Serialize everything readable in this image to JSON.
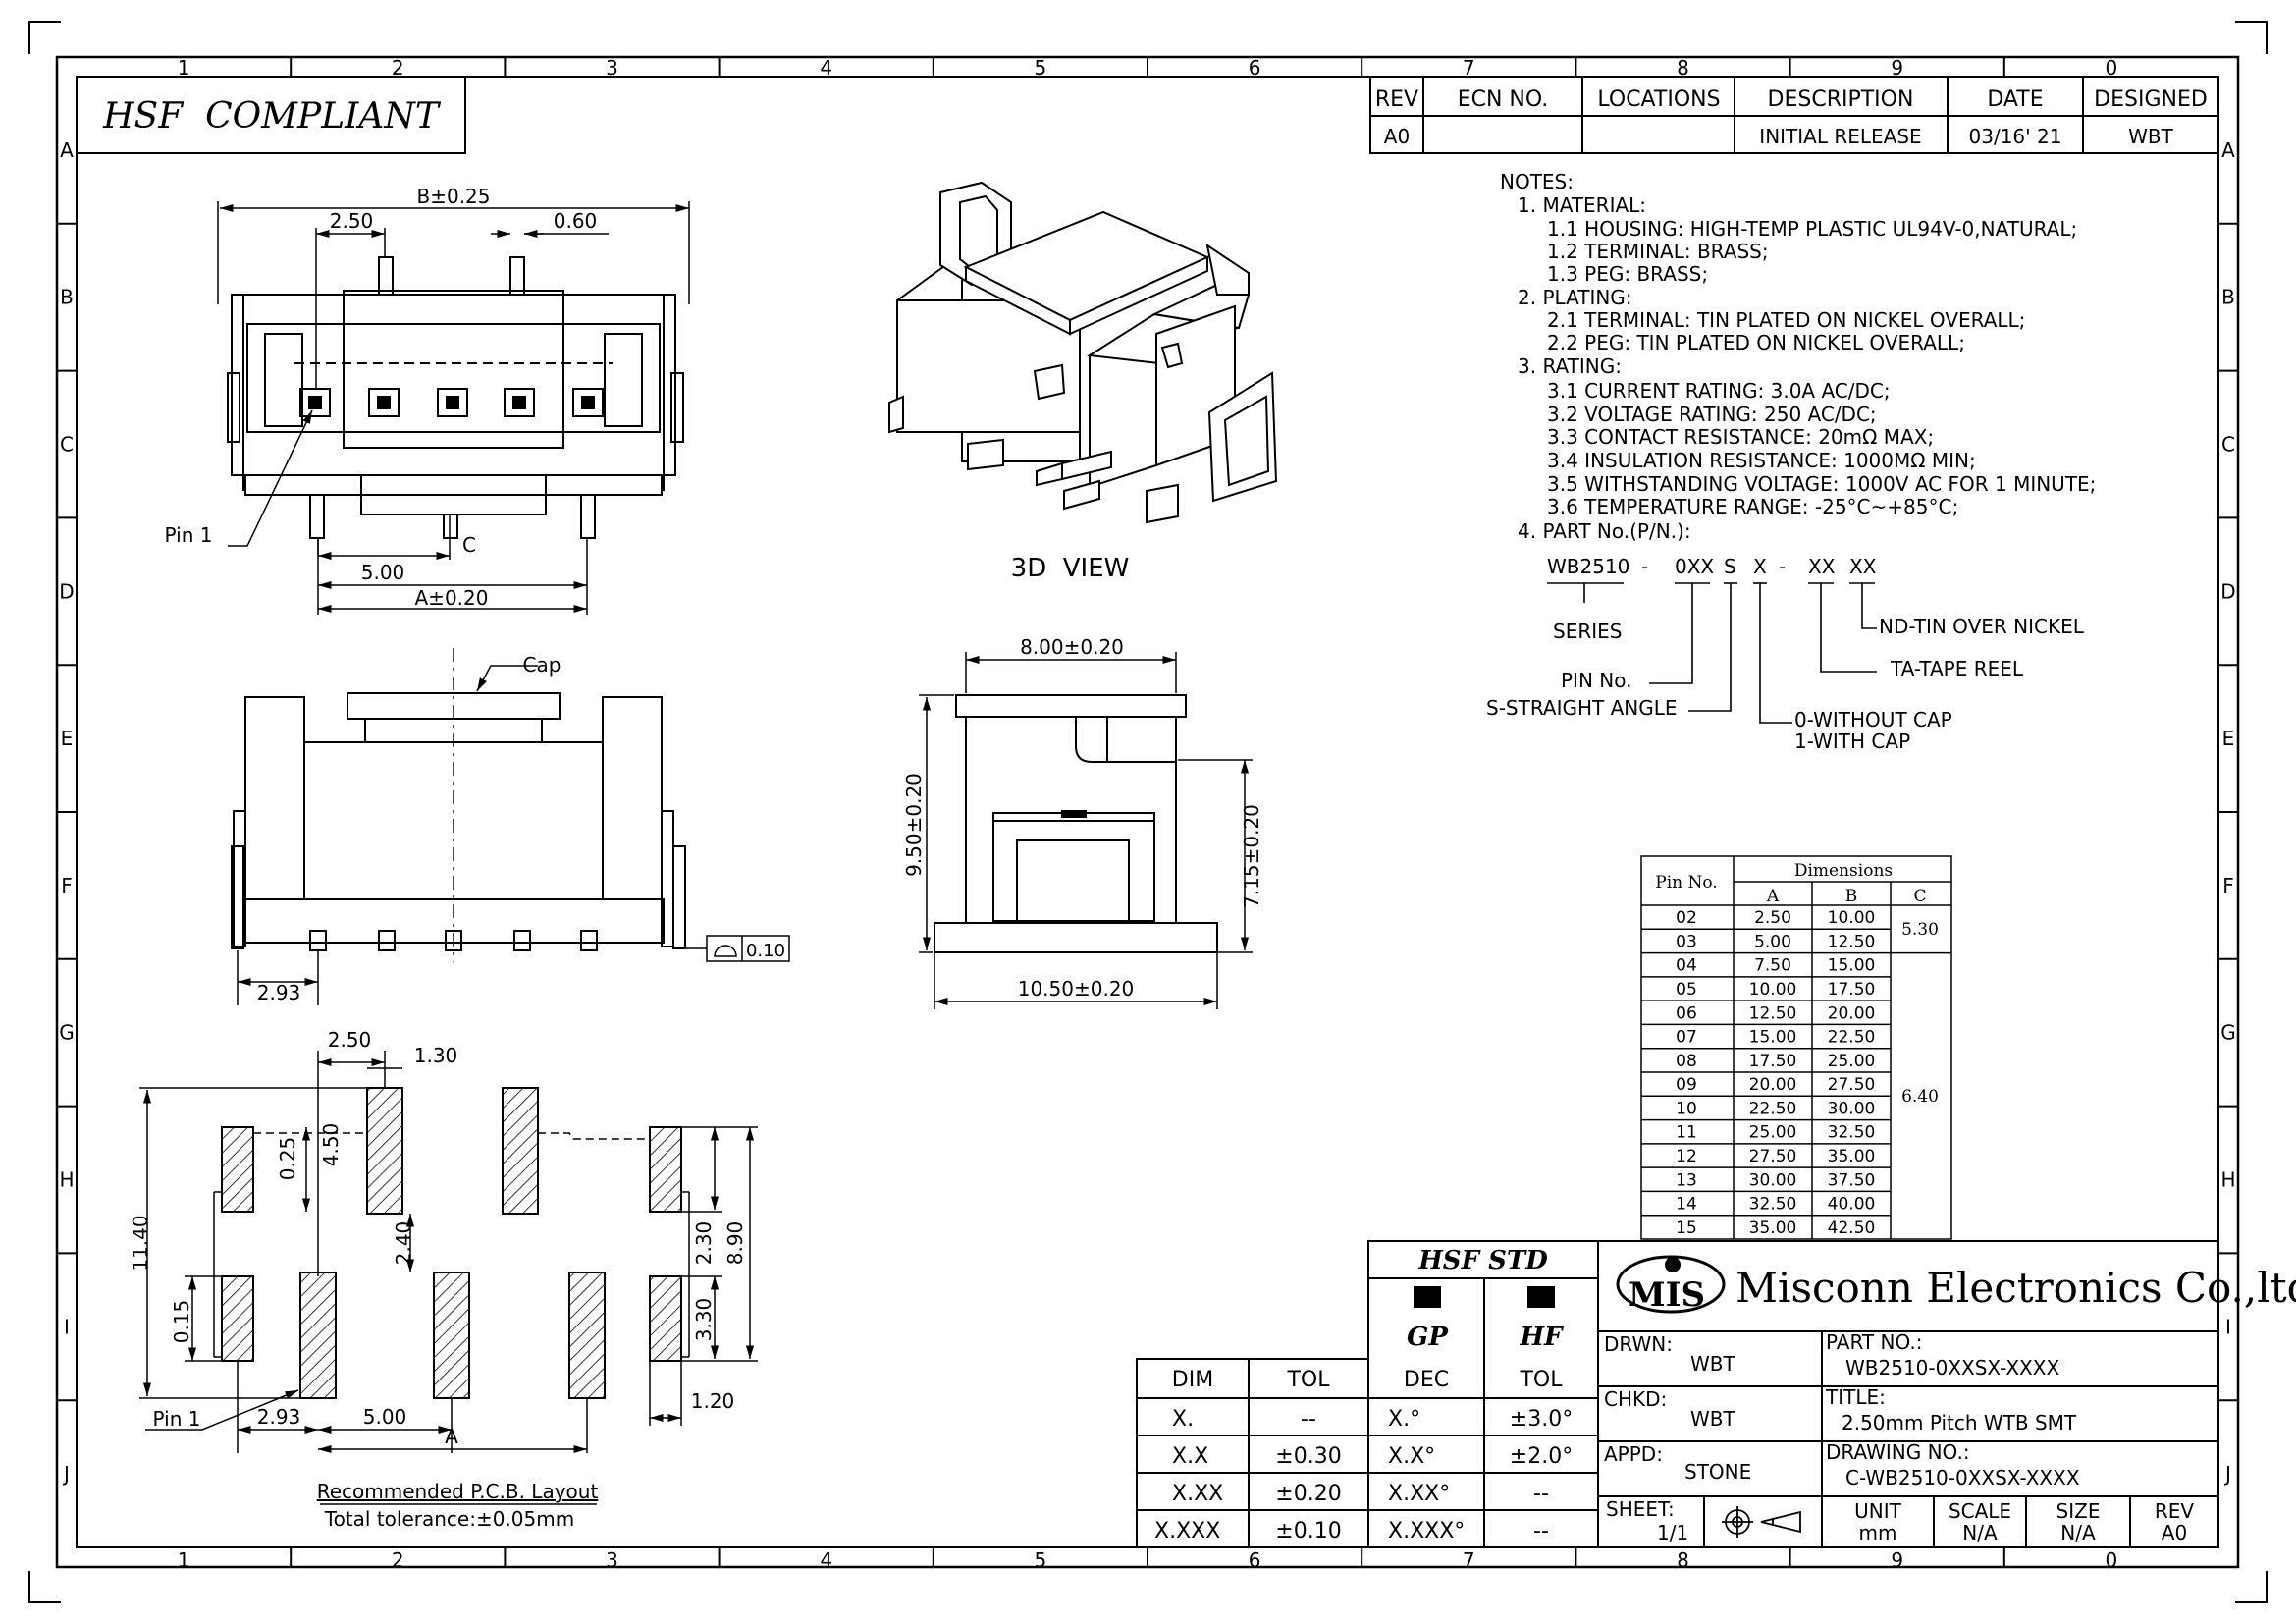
{
  "frame": {
    "columns": [
      "1",
      "2",
      "3",
      "4",
      "5",
      "6",
      "7",
      "8",
      "9",
      "0"
    ],
    "rows": [
      "A",
      "B",
      "C",
      "D",
      "E",
      "F",
      "G",
      "H",
      "I",
      "J"
    ]
  },
  "hsf_compliant": "HSF  COMPLIANT",
  "revision_table": {
    "headers": [
      "REV",
      "ECN  NO.",
      "LOCATIONS",
      "DESCRIPTION",
      "DATE",
      "DESIGNED"
    ],
    "row": [
      "A0",
      "",
      "",
      "INITIAL  RELEASE",
      "03/16' 21",
      "WBT"
    ]
  },
  "notes": {
    "heading": "NOTES:",
    "lines": [
      "1.  MATERIAL:",
      "1.1  HOUSING:  HIGH-TEMP  PLASTIC  UL94V-0,NATURAL;",
      "1.2  TERMINAL:  BRASS;",
      "1.3  PEG:  BRASS;",
      "2.  PLATING:",
      "2.1  TERMINAL:  TIN  PLATED  ON  NICKEL  OVERALL;",
      "2.2  PEG:  TIN  PLATED  ON  NICKEL  OVERALL;",
      "3.  RATING:",
      "3.1  CURRENT  RATING:  3.0A  AC/DC;",
      "3.2  VOLTAGE  RATING:  250  AC/DC;",
      "3.3  CONTACT  RESISTANCE:  20mΩ  MAX;",
      "3.4  INSULATION  RESISTANCE:  1000MΩ  MIN;",
      "3.5  WITHSTANDING  VOLTAGE:  1000V  AC  FOR  1  MINUTE;",
      "3.6  TEMPERATURE  RANGE:  -25°C~+85°C;",
      "4.  PART  No.(P/N.):"
    ]
  },
  "part_number_breakdown": {
    "code": [
      "WB2510",
      "-",
      "0XX",
      "S",
      "X",
      "-",
      "XX",
      "XX"
    ],
    "series": "SERIES",
    "pin_no": "PIN  No.",
    "straight": "S-STRAIGHT  ANGLE",
    "cap_0": "0-WITHOUT  CAP",
    "cap_1": "1-WITH  CAP",
    "tape": "TA-TAPE  REEL",
    "plating": "ND-TIN  OVER  NICKEL"
  },
  "views": {
    "top": {
      "b": "B±0.25",
      "pitch": "2.50",
      "pin_w": "0.60",
      "c": "C",
      "dim_500": "5.00",
      "a": "A±0.20",
      "pin1": "Pin  1"
    },
    "view3d": "3D  VIEW",
    "front": {
      "cap": "Cap",
      "dim_293": "2.93",
      "flatness": "0.10"
    },
    "side": {
      "width": "8.00±0.20",
      "height": "9.50±0.20",
      "height2": "7.15±0.20",
      "base": "10.50±0.20"
    },
    "pcb": {
      "d250": "2.50",
      "d130": "1.30",
      "d025": "0.25",
      "d450": "4.50",
      "d240": "2.40",
      "d230": "2.30",
      "d890": "8.90",
      "d1140": "11.40",
      "d015": "0.15",
      "d330": "3.30",
      "d120": "1.20",
      "d293": "2.93",
      "d500": "5.00",
      "a": "A",
      "pin1": "Pin  1",
      "caption": "Recommended  P.C.B.  Layout",
      "tolerance": "Total  tolerance:±0.05mm"
    }
  },
  "dimensions_table": {
    "title": "Dimensions",
    "pin_header": "Pin No.",
    "col_a": "A",
    "col_b": "B",
    "col_c": "C",
    "c_first": "5.30",
    "c_rest": "6.40",
    "rows": [
      [
        "02",
        "2.50",
        "10.00"
      ],
      [
        "03",
        "5.00",
        "12.50"
      ],
      [
        "04",
        "7.50",
        "15.00"
      ],
      [
        "05",
        "10.00",
        "17.50"
      ],
      [
        "06",
        "12.50",
        "20.00"
      ],
      [
        "07",
        "15.00",
        "22.50"
      ],
      [
        "08",
        "17.50",
        "25.00"
      ],
      [
        "09",
        "20.00",
        "27.50"
      ],
      [
        "10",
        "22.50",
        "30.00"
      ],
      [
        "11",
        "25.00",
        "32.50"
      ],
      [
        "12",
        "27.50",
        "35.00"
      ],
      [
        "13",
        "30.00",
        "37.50"
      ],
      [
        "14",
        "32.50",
        "40.00"
      ],
      [
        "15",
        "35.00",
        "42.50"
      ]
    ]
  },
  "tolerance_table": {
    "headers": [
      "DIM",
      "TOL",
      "DEC",
      "TOL"
    ],
    "rows": [
      [
        "X.",
        "--",
        "X.°",
        "±3.0°"
      ],
      [
        "X.X",
        "±0.30",
        "X.X°",
        "±2.0°"
      ],
      [
        "X.XX",
        "±0.20",
        "X.XX°",
        "--"
      ],
      [
        "X.XXX",
        "±0.10",
        "X.XXX°",
        "--"
      ]
    ]
  },
  "hsf_std": {
    "title": "HSF  STD",
    "gp": "GP",
    "hf": "HF"
  },
  "title_block": {
    "logo": "MIS",
    "company": "Misconn Electronics Co.,ltd.",
    "drwn_label": "DRWN:",
    "drwn": "WBT",
    "chkd_label": "CHKD:",
    "chkd": "WBT",
    "appd_label": "APPD:",
    "appd": "STONE",
    "part_label": "PART  NO.:",
    "part": "WB2510-0XXSX-XXXX",
    "title_label": "TITLE:",
    "title": "2.50mm  Pitch  WTB   SMT",
    "drawing_label": "DRAWING  NO.:",
    "drawing": "C-WB2510-0XXSX-XXXX",
    "sheet_label": "SHEET:",
    "sheet": "1/1",
    "unit_label": "UNIT",
    "unit": "mm",
    "scale_label": "SCALE",
    "scale": "N/A",
    "size_label": "SIZE",
    "size": "N/A",
    "rev_label": "REV",
    "rev": "A0"
  }
}
